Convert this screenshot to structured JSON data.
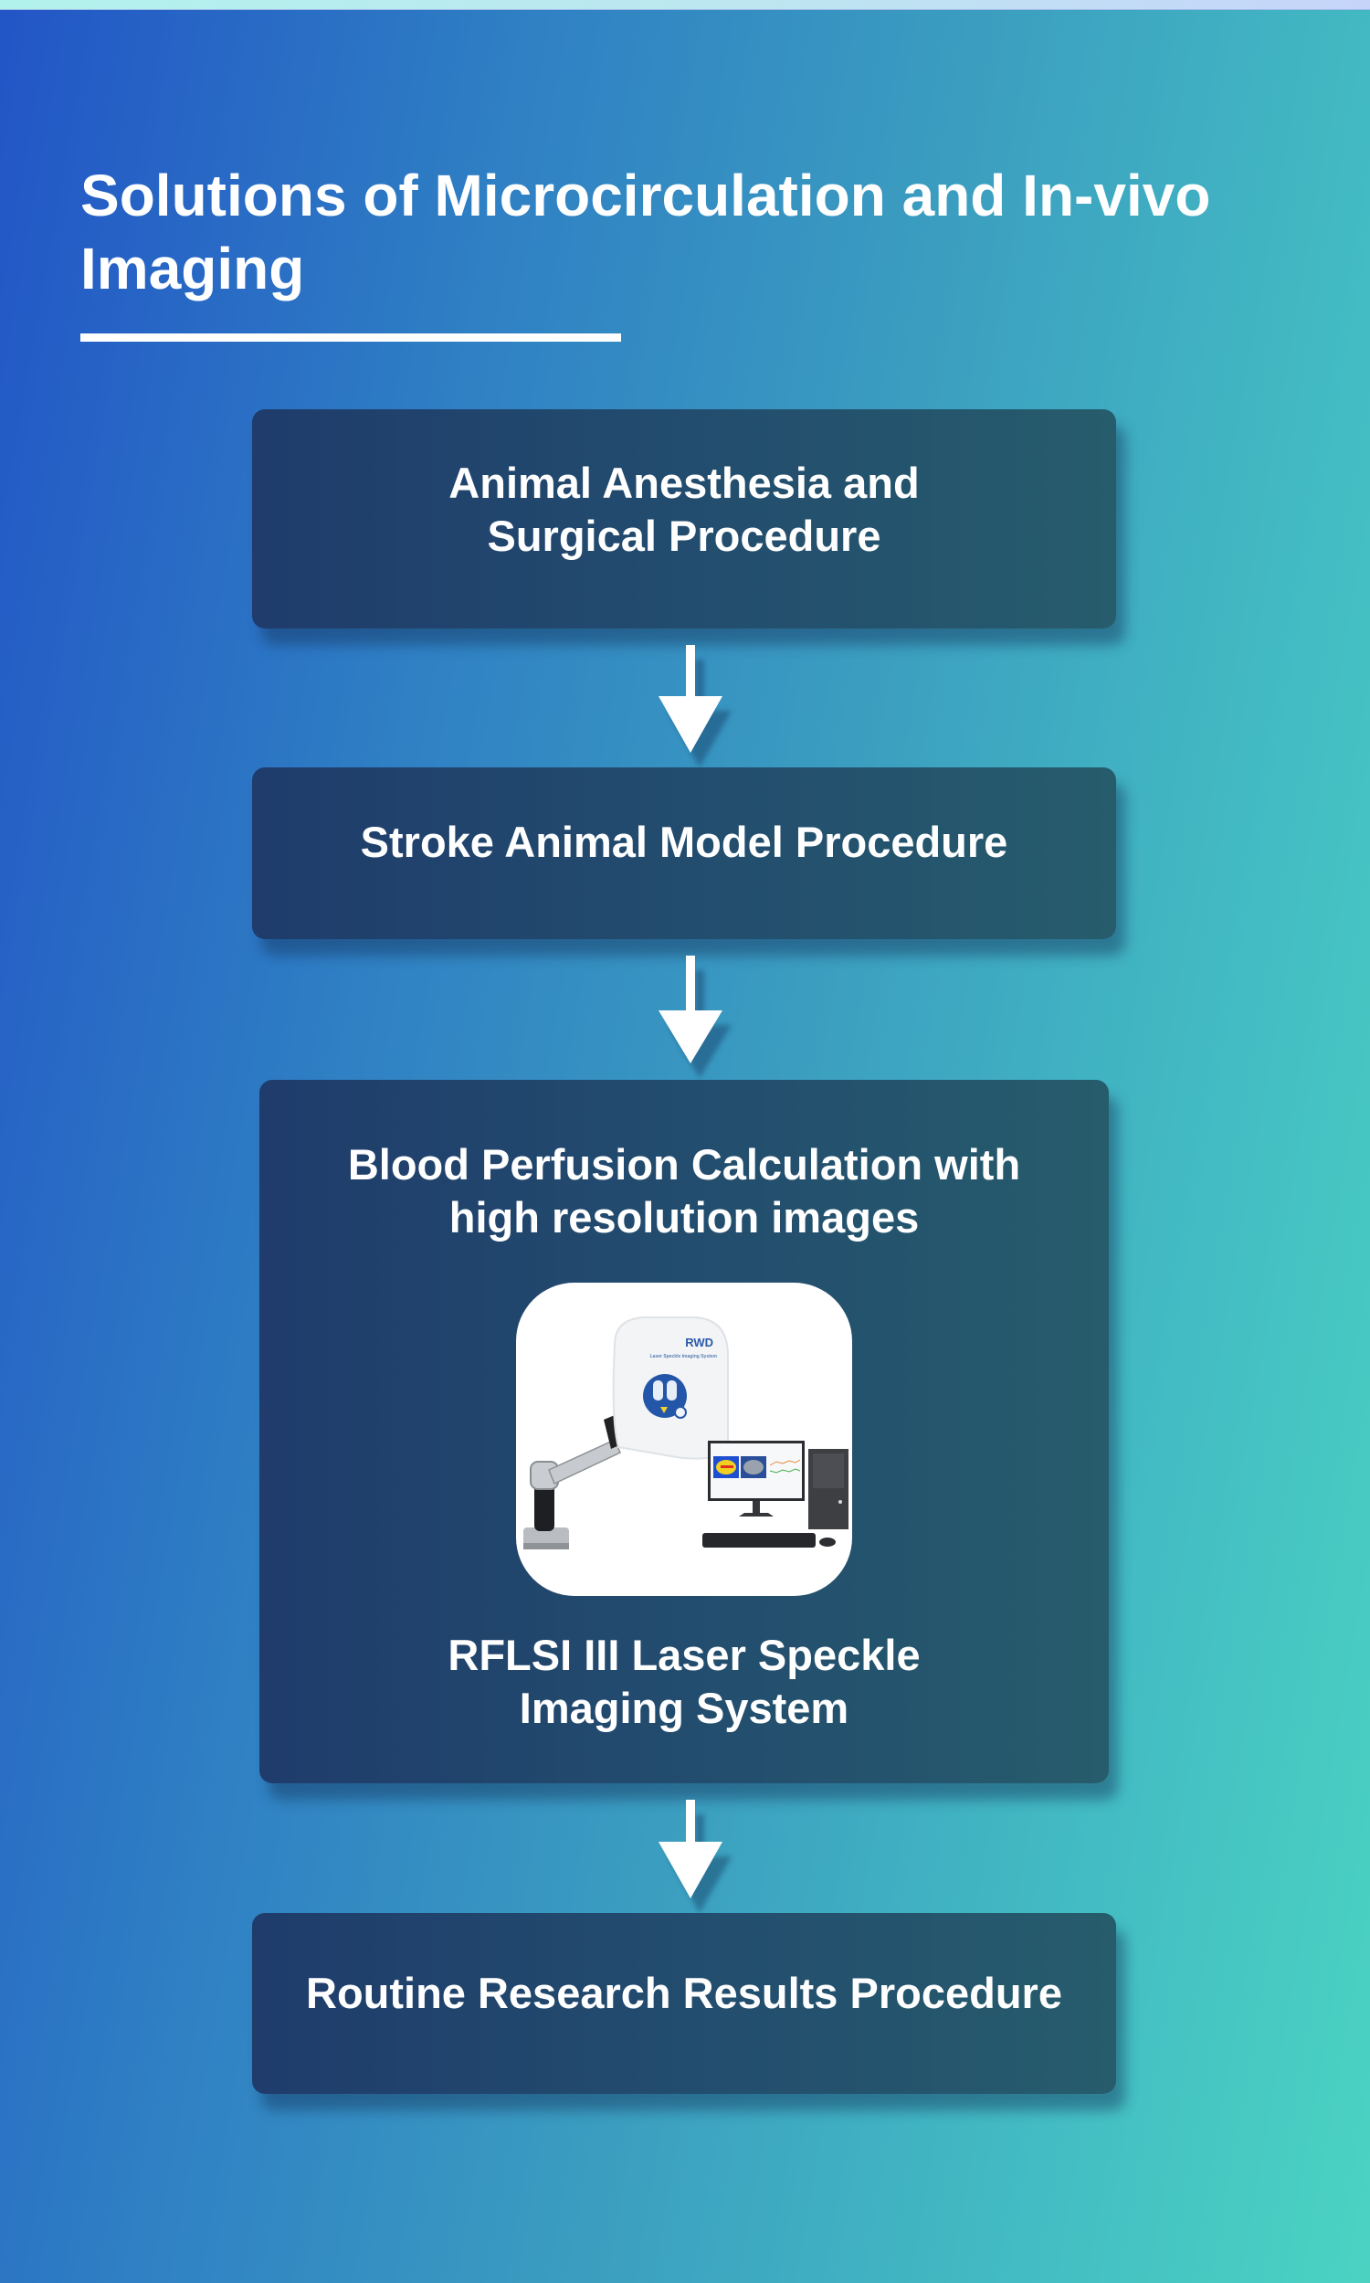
{
  "page": {
    "title": "Solutions of Microcirculation and In-vivo Imaging",
    "colors": {
      "background_start": "#2255c6",
      "background_end": "#4bd3c2",
      "box_fill_start": "#1f3c6c",
      "box_fill_end": "#265c6c",
      "text": "#ffffff"
    }
  },
  "flow": {
    "steps": [
      {
        "label_lines": [
          "Animal Anesthesia and",
          "Surgical Procedure"
        ]
      },
      {
        "label_lines": [
          "Stroke Animal Model Procedure"
        ]
      },
      {
        "label_lines": [
          "Blood Perfusion Calculation with",
          "high resolution images"
        ],
        "image": {
          "description": "Laser speckle imaging device on articulated arm with desktop computer, monitor showing perfusion images, keyboard and mouse",
          "brand_text": "RWD",
          "device_subtitle": "Laser Speckle Imaging System"
        },
        "caption_lines": [
          "RFLSI III Laser Speckle",
          "Imaging System"
        ]
      },
      {
        "label_lines": [
          "Routine Research Results Procedure"
        ]
      }
    ],
    "connectors": [
      {
        "from": 1,
        "to": 2,
        "icon": "arrow-down-icon"
      },
      {
        "from": 2,
        "to": 3,
        "icon": "arrow-down-icon"
      },
      {
        "from": 3,
        "to": 4,
        "icon": "arrow-down-icon"
      }
    ]
  }
}
